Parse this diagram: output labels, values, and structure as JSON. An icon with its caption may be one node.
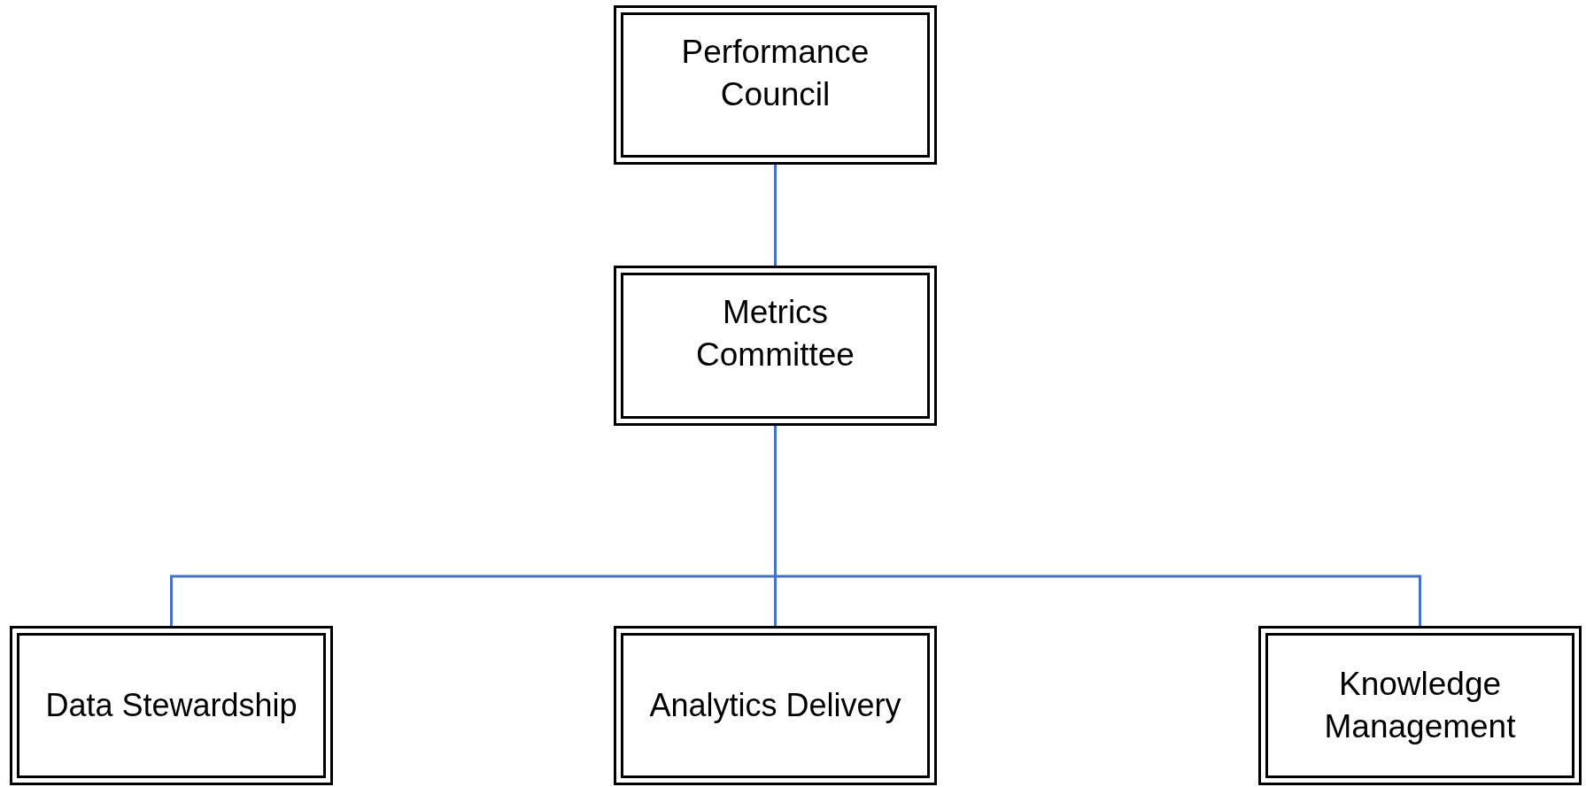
{
  "diagram": {
    "nodes": [
      {
        "text": [
          "Performance Council"
        ]
      },
      {
        "text": [
          "Metrics Committee"
        ]
      },
      {
        "text": [
          "Data Stewardship"
        ]
      },
      {
        "text": [
          "Analytics Delivery"
        ]
      },
      {
        "text": [
          "Knowledge Management"
        ]
      }
    ],
    "edges": [
      {
        "from": 0,
        "to": 1,
        "arrow": "none"
      },
      {
        "from": 1,
        "to": 2,
        "arrow": "none"
      },
      {
        "from": 1,
        "to": 3,
        "arrow": "none"
      },
      {
        "from": 1,
        "to": 4,
        "arrow": "none"
      }
    ]
  }
}
